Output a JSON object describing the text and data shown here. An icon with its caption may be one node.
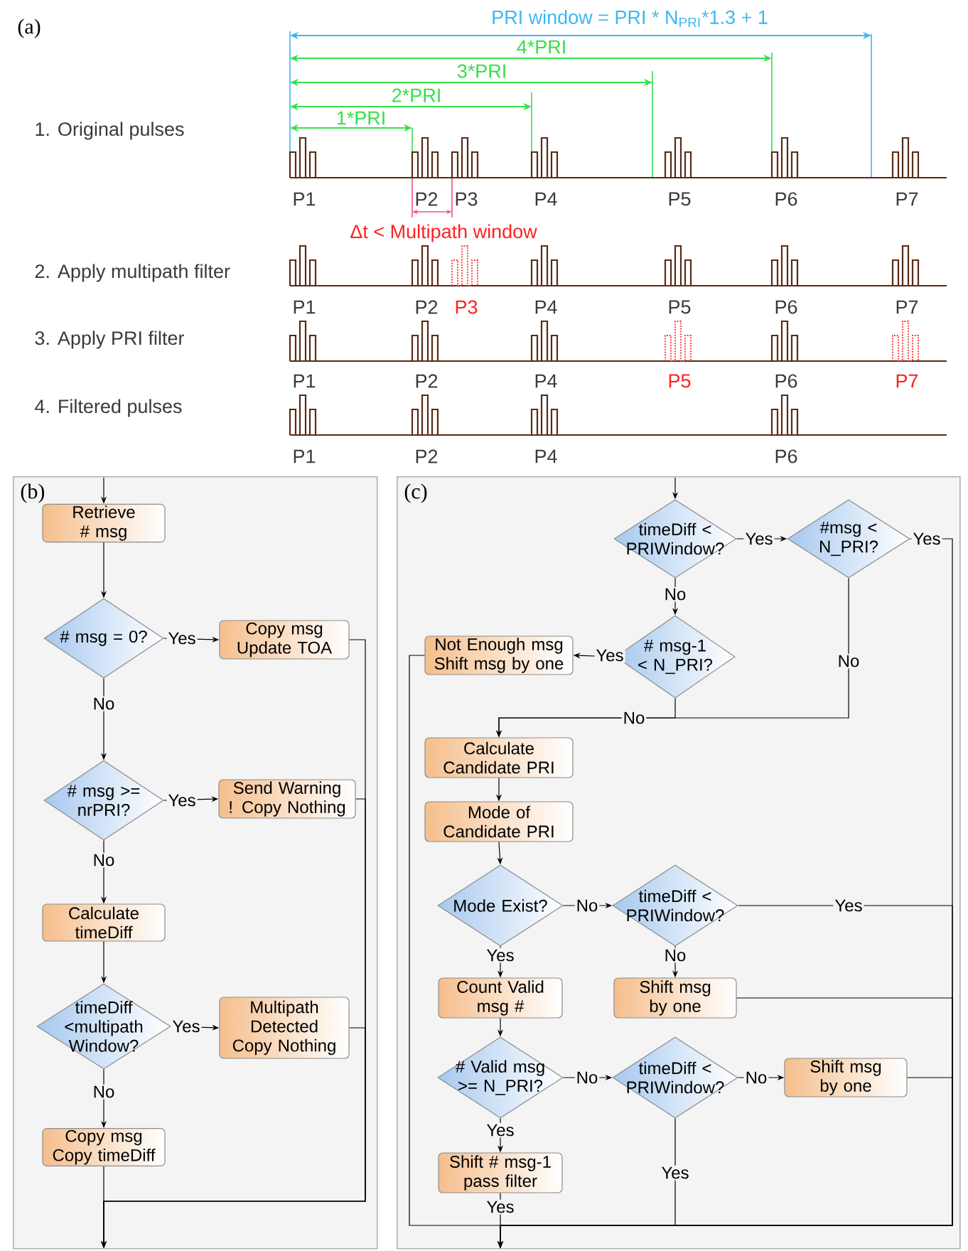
{
  "diagram": {
    "nodes": [
      {
        "text": [
          "(b)"
        ]
      },
      {
        "text": [
          "Retrieve # msg"
        ],
        "in": 0
      },
      {
        "text": [
          "# msg = 0?"
        ],
        "in": 0
      },
      {
        "text": [
          "Copy msg Update TOA"
        ],
        "in": 0
      },
      {
        "text": [
          "# msg >= nrPRI?"
        ],
        "in": 0
      },
      {
        "text": [
          "Send Warning ! Copy Nothing"
        ],
        "in": 0
      },
      {
        "text": [
          "Calculate timeDiff"
        ],
        "in": 0
      },
      {
        "text": [
          "timeDiff <multipath Window?"
        ],
        "in": 0
      },
      {
        "text": [
          "Multipath Detected Copy Nothing"
        ],
        "in": 0
      },
      {
        "text": [
          "Copy msg Copy timeDiff"
        ],
        "in": 0
      },
      {
        "text": [
          "(c)"
        ]
      },
      {
        "text": [
          "timeDiff < PRIWindow?"
        ],
        "in": 10
      },
      {
        "text": [
          "#msg < N_PRI?"
        ],
        "in": 10
      },
      {
        "text": [
          "# msg-1 < N_PRI?"
        ],
        "in": 10
      },
      {
        "text": [
          "Not Enough msg Shift msg by one"
        ],
        "in": 10
      },
      {
        "text": [
          "Calculate Candidate PRI"
        ],
        "in": 10
      },
      {
        "text": [
          "Mode of Candidate PRI"
        ],
        "in": 10
      },
      {
        "text": [
          "Mode Exist?"
        ],
        "in": 10
      },
      {
        "text": [
          "timeDiff < PRIWindow?"
        ],
        "in": 10
      },
      {
        "text": [
          "Count Valid msg #"
        ],
        "in": 10
      },
      {
        "text": [
          "Shift msg by one"
        ],
        "in": 10
      },
      {
        "text": [
          "# Valid msg >= N_PRI?"
        ],
        "in": 10
      },
      {
        "text": [
          "timeDiff < PRIWindow?"
        ],
        "in": 10
      },
      {
        "text": [
          "Shift msg by one"
        ],
        "in": 10
      },
      {
        "text": [
          "Shift # msg-1 pass filter"
        ],
        "in": 10
      }
    ],
    "edges": [
      {
        "from": null,
        "to": 1,
        "arrow": "to"
      },
      {
        "from": 1,
        "to": 2,
        "arrow": "to"
      },
      {
        "from": 2,
        "to": 3,
        "arrow": "to",
        "label": "Yes"
      },
      {
        "from": 2,
        "to": 4,
        "arrow": "to",
        "label": "No"
      },
      {
        "from": 4,
        "to": 5,
        "arrow": "to",
        "label": "Yes"
      },
      {
        "from": 4,
        "to": 6,
        "arrow": "to",
        "label": "No"
      },
      {
        "from": 6,
        "to": 7,
        "arrow": "to"
      },
      {
        "from": 7,
        "to": 8,
        "arrow": "to",
        "label": "Yes"
      },
      {
        "from": 7,
        "to": 9,
        "arrow": "to",
        "label": "No"
      },
      {
        "from": 3,
        "to": null,
        "arrow": "to"
      },
      {
        "from": 5,
        "to": null,
        "arrow": "to"
      },
      {
        "from": 8,
        "to": null,
        "arrow": "to"
      },
      {
        "from": 9,
        "to": null,
        "arrow": "to"
      },
      {
        "from": null,
        "to": 11,
        "arrow": "to"
      },
      {
        "from": 11,
        "to": 12,
        "arrow": "to",
        "label": "Yes"
      },
      {
        "from": 11,
        "to": 13,
        "arrow": "to",
        "label": "No"
      },
      {
        "from": 13,
        "to": 14,
        "arrow": "to",
        "label": "Yes"
      },
      {
        "from": 13,
        "to": 15,
        "arrow": "to",
        "label": "No"
      },
      {
        "from": 12,
        "to": 15,
        "arrow": "to",
        "label": "No"
      },
      {
        "from": 15,
        "to": 16,
        "arrow": "to"
      },
      {
        "from": 16,
        "to": 17,
        "arrow": "to"
      },
      {
        "from": 17,
        "to": 18,
        "arrow": "to",
        "label": "No"
      },
      {
        "from": 17,
        "to": 19,
        "arrow": "to",
        "label": "Yes"
      },
      {
        "from": 18,
        "to": 20,
        "arrow": "to",
        "label": "No"
      },
      {
        "from": 19,
        "to": 21,
        "arrow": "to"
      },
      {
        "from": 21,
        "to": 22,
        "arrow": "to",
        "label": "No"
      },
      {
        "from": 21,
        "to": 24,
        "arrow": "to",
        "label": "Yes"
      },
      {
        "from": 22,
        "to": 23,
        "arrow": "to",
        "label": "No"
      },
      {
        "from": 12,
        "to": null,
        "arrow": "to",
        "label": "Yes"
      },
      {
        "from": 18,
        "to": null,
        "arrow": "to",
        "label": "Yes"
      },
      {
        "from": 20,
        "to": null,
        "arrow": "to"
      },
      {
        "from": 23,
        "to": null,
        "arrow": "to"
      },
      {
        "from": 22,
        "to": null,
        "arrow": "to",
        "label": "Yes"
      },
      {
        "from": 24,
        "to": null,
        "arrow": "to",
        "label": "Yes"
      },
      {
        "from": 14,
        "to": null,
        "arrow": "to"
      }
    ],
    "labels": [
      "(a)",
      "PRI window = PRI * N$_{PRI}$*1.3 + 1",
      "4*PRI",
      "3*PRI",
      "2*PRI",
      "1*PRI",
      "1. Original pulses",
      "P1",
      "P2",
      "P3",
      "P4",
      "P5",
      "P6",
      "P7",
      "Δt < Multipath window",
      "2. Apply multipath filter",
      "P1",
      "P2",
      "P3",
      "P4",
      "P5",
      "P6",
      "P7",
      "3. Apply PRI filter",
      "P1",
      "P2",
      "P4",
      "P5",
      "P6",
      "P7",
      "4. Filtered pulses",
      "P1",
      "P2",
      "P4",
      "P6"
    ]
  }
}
